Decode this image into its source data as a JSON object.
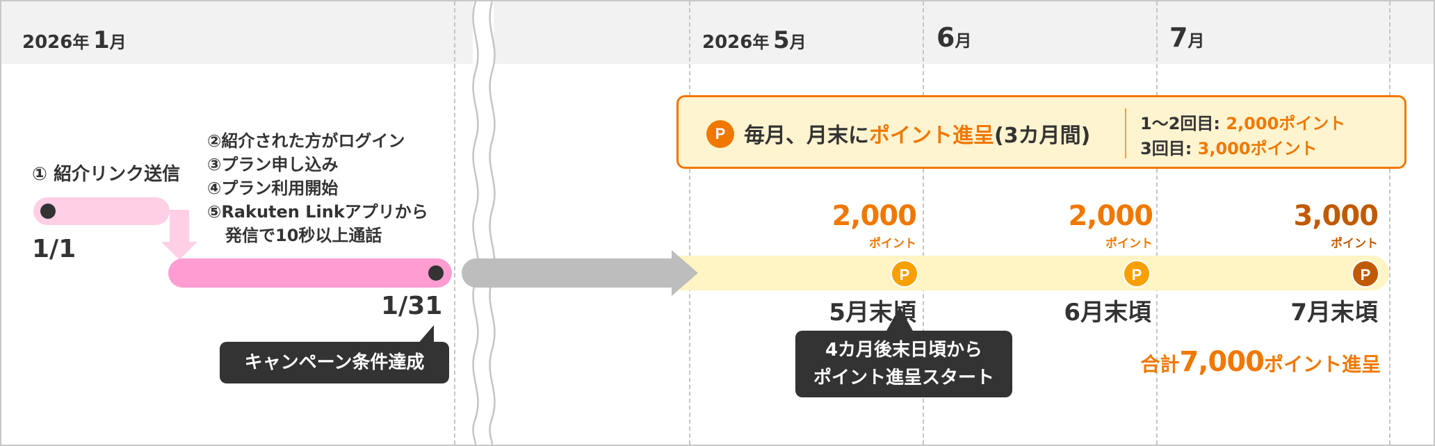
{
  "colors": {
    "accent": "#f07800",
    "accent_dark": "#c05a00",
    "pink": "#ff9dd2",
    "pink_light": "#ffcfe6",
    "banner_bg": "#fff4d0",
    "gray_arrow": "#bdbdbd",
    "callout_bg": "#333333"
  },
  "header": {
    "col1": {
      "year": "2026",
      "year_unit": "年",
      "month": "1",
      "month_unit": "月"
    },
    "col2": {
      "year": "2026",
      "year_unit": "年",
      "month": "5",
      "month_unit": "月"
    },
    "col3": {
      "month": "6",
      "month_unit": "月"
    },
    "col4": {
      "month": "7",
      "month_unit": "月"
    }
  },
  "steps": {
    "step1": "① 紹介リンク送信",
    "step2": "②紹介された方がログイン",
    "step3": "③プラン申し込み",
    "step4": "④プラン利用開始",
    "step5_line1": "⑤Rakuten Linkアプリから",
    "step5_line2": "発信で10秒以上通話"
  },
  "dates": {
    "start": "1/1",
    "end": "1/31"
  },
  "callouts": {
    "campaign": "キャンペーン条件達成",
    "start_line1": "4カ月後末日頃から",
    "start_line2": "ポイント進呈スタート"
  },
  "banner": {
    "icon": "P",
    "text_prefix": "毎月、月末に",
    "text_highlight": "ポイント進呈",
    "text_suffix": "(3カ月間)",
    "row1_label": "1〜2回目: ",
    "row1_value": "2,000ポイント",
    "row2_label": "3回目: ",
    "row2_value": "3,000ポイント"
  },
  "payouts": [
    {
      "amount": "2,000",
      "unit": "ポイント",
      "icon": "P",
      "label": "5月末頃"
    },
    {
      "amount": "2,000",
      "unit": "ポイント",
      "icon": "P",
      "label": "6月末頃"
    },
    {
      "amount": "3,000",
      "unit": "ポイント",
      "icon": "P",
      "label": "7月末頃"
    }
  ],
  "total": {
    "prefix": "合計",
    "value": "7,000",
    "suffix": "ポイント進呈"
  }
}
